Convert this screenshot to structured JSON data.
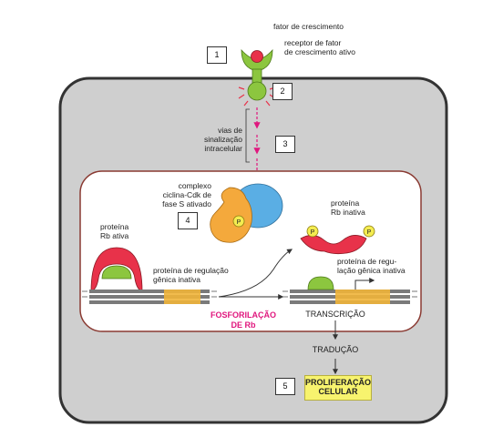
{
  "labels": {
    "growth_factor": "fator de crescimento",
    "receptor": [
      "receptor de fator",
      "de crescimento ativo"
    ],
    "pathways": [
      "vias de",
      "sinalização",
      "intracelular"
    ],
    "complex": [
      "complexo",
      "ciclina-Cdk de",
      "fase S ativado"
    ],
    "rb_active": [
      "proteína",
      "Rb ativa"
    ],
    "rb_inactive": [
      "proteína",
      "Rb inativa"
    ],
    "gene_reg_inactive_left": [
      "proteína de regulação",
      "gênica inativa"
    ],
    "gene_reg_inactive_right": [
      "proteína de regu-",
      "lação gênica inativa"
    ],
    "phosphorylation": [
      "FOSFORILAÇÃO",
      "DE Rb"
    ],
    "transcription": "TRANSCRIÇÃO",
    "translation": "TRADUÇÃO",
    "proliferation": [
      "PROLIFERAÇÃO",
      "CELULAR"
    ],
    "phosphate": "P"
  },
  "steps": [
    "1",
    "2",
    "3",
    "4",
    "5"
  ],
  "colors": {
    "cell": "#cfcfcf",
    "nucleus": "#ffffff",
    "nucleus_border": "#8a3a32",
    "green": "#8cc63f",
    "red": "#e8324a",
    "blue": "#5aaee4",
    "orange": "#f4a93c",
    "yellow": "#f4ec50",
    "magenta": "#e0177e",
    "dna_gray": "#7a7a7a",
    "dna_gold": "#f0b43a"
  }
}
